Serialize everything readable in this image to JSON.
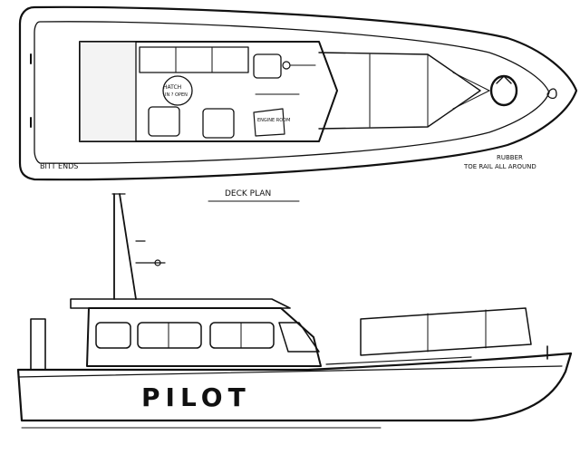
{
  "labels": {
    "bitt_ends": "BITT ENDS",
    "rubber": "RUBBER",
    "toe_rail": "TOE RAIL ALL AROUND",
    "deck_plan": "DECK PLAN",
    "hatch": "HATCH",
    "hatch_sub": "IN ? OPEN",
    "engine_room": "ENGINE ROOM",
    "hull_name": "PILOT"
  }
}
